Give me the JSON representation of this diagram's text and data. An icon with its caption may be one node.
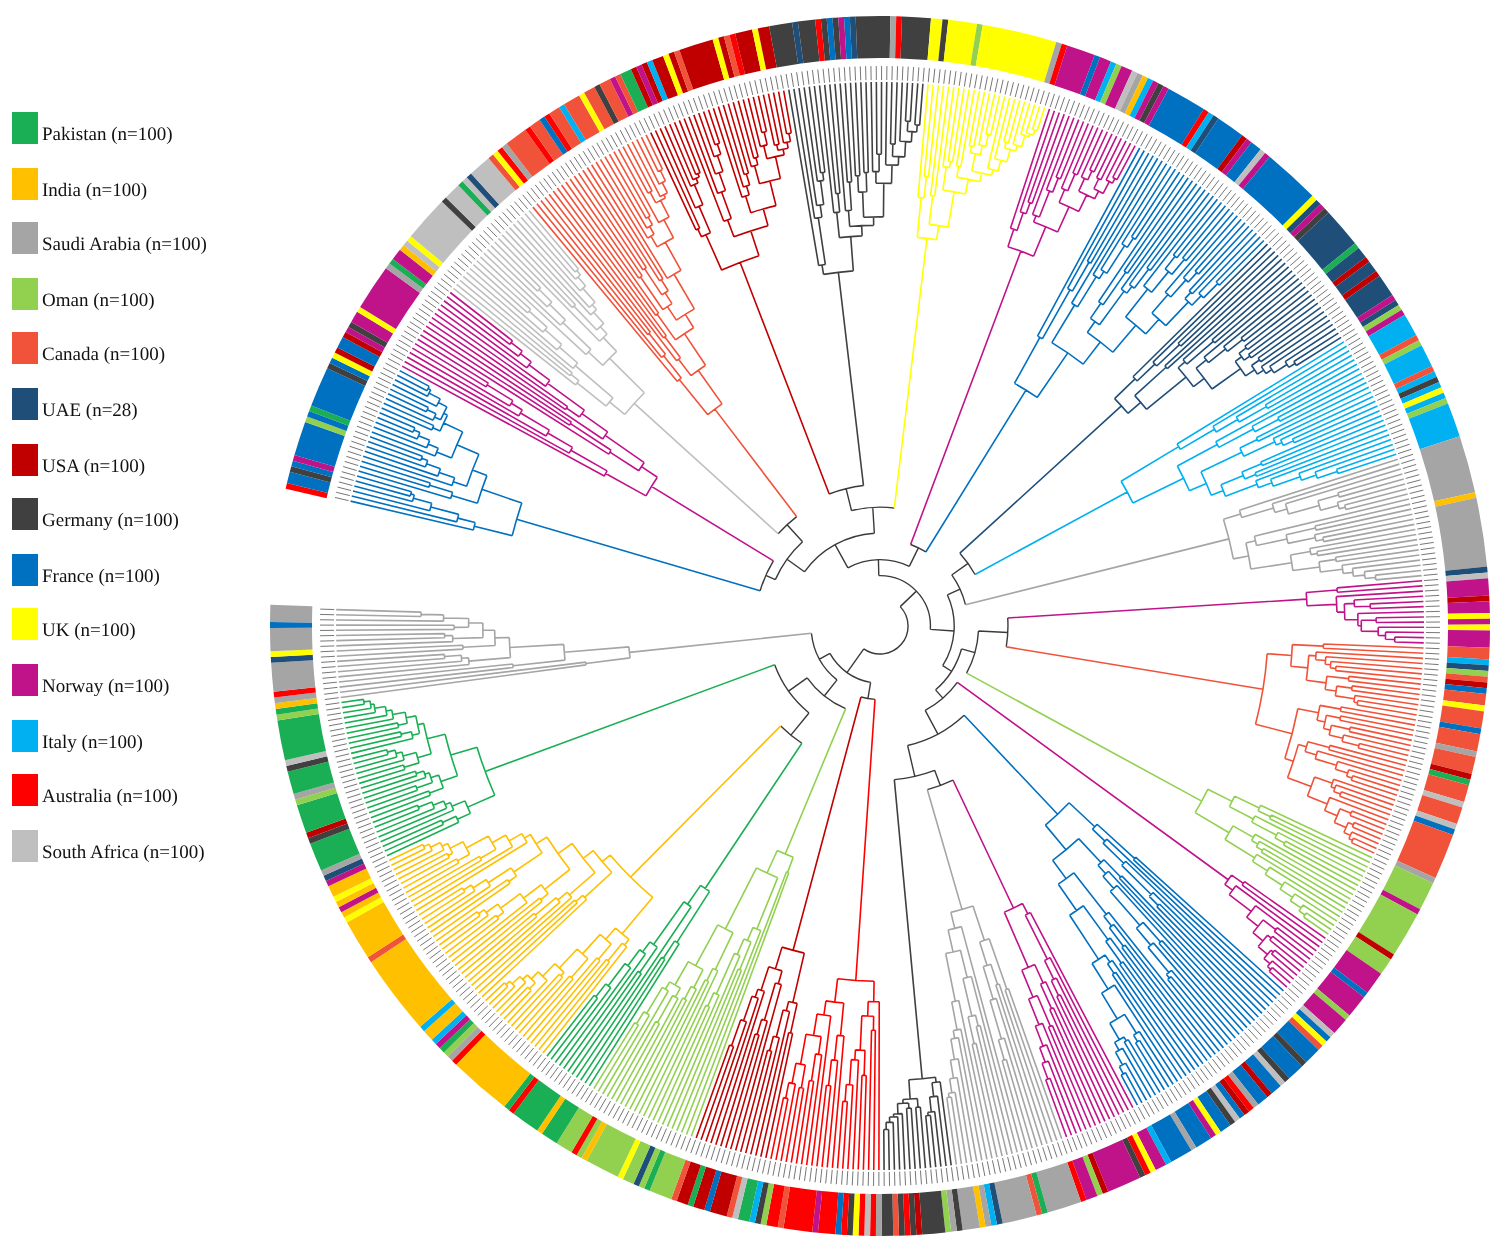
{
  "diagram": {
    "legend": [
      {
        "text": "Pakistan (n=100)",
        "color": "#1aaf54"
      },
      {
        "text": "India (n=100)",
        "color": "#ffc000"
      },
      {
        "text": "Saudi Arabia (n=100)",
        "color": "#a5a5a5"
      },
      {
        "text": "Oman (n=100)",
        "color": "#92d050"
      },
      {
        "text": "Canada (n=100)",
        "color": "#f0533a"
      },
      {
        "text": "UAE (n=28)",
        "color": "#1f4e79"
      },
      {
        "text": "USA (n=100)",
        "color": "#c00000"
      },
      {
        "text": "Germany (n=100)",
        "color": "#404040"
      },
      {
        "text": "France (n=100)",
        "color": "#0070c0"
      },
      {
        "text": "UK (n=100)",
        "color": "#ffff00"
      },
      {
        "text": "Norway (n=100)",
        "color": "#c0138a"
      },
      {
        "text": "Italy (n=100)",
        "color": "#00b0f0"
      },
      {
        "text": "Australia (n=100)",
        "color": "#ff0000"
      },
      {
        "text": "South Africa (n=100)",
        "color": "#bfbfbf"
      }
    ]
  }
}
